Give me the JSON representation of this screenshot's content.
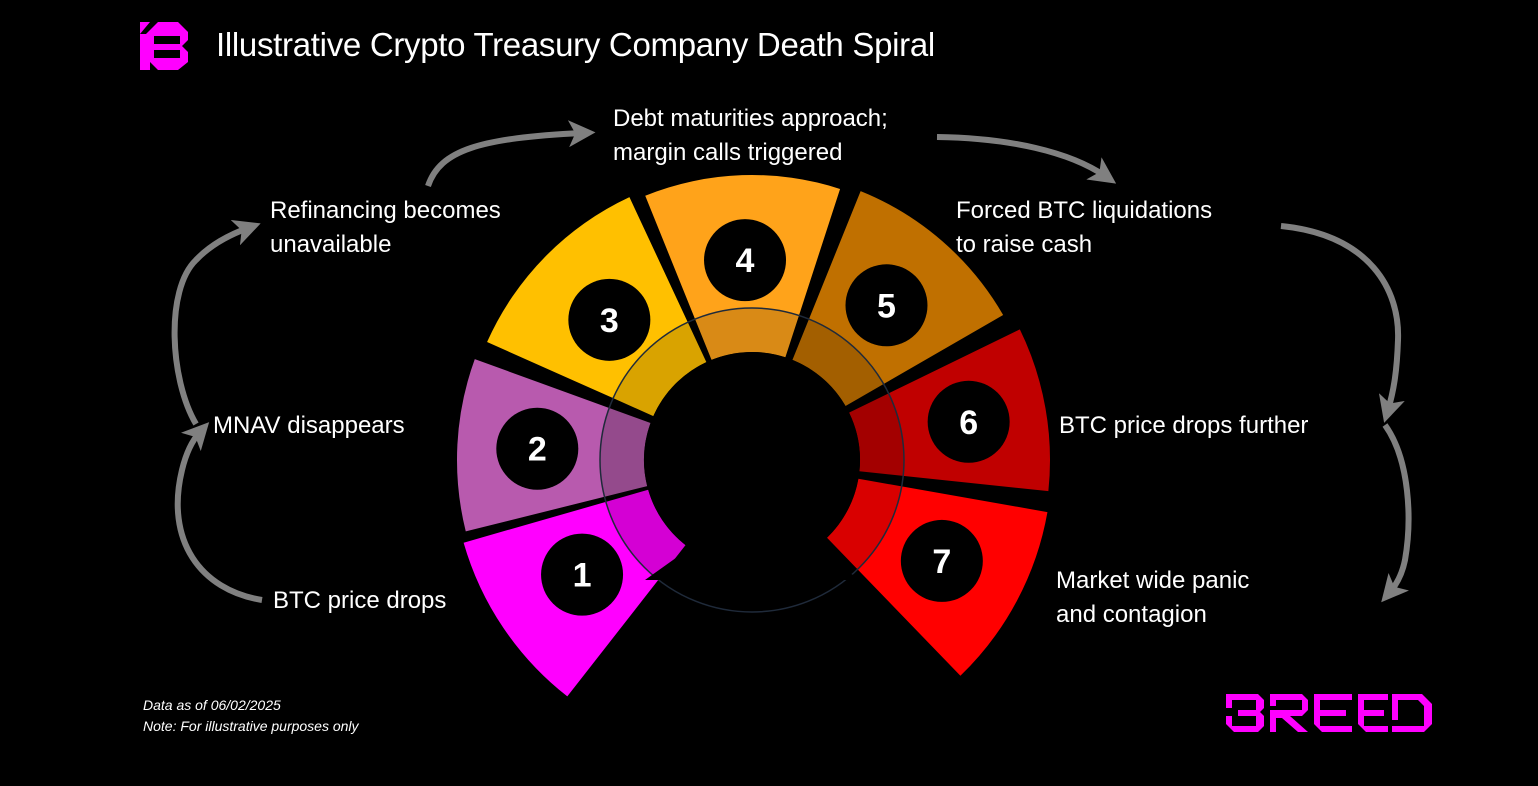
{
  "header": {
    "title": "Illustrative Crypto Treasury Company Death Spiral",
    "logo_icon": "breed-b-logo-icon"
  },
  "colors": {
    "background": "#000000",
    "brand": "#FF00FF",
    "arrow": "#808080",
    "text": "#FFFFFF"
  },
  "steps": [
    {
      "number": "1",
      "label": "BTC price drops",
      "color": "#FF00FF",
      "inner_color": "#D400D4"
    },
    {
      "number": "2",
      "label": "MNAV disappears",
      "color": "#B85AAE",
      "inner_color": "#944A8C"
    },
    {
      "number": "3",
      "label_lines": [
        "Refinancing becomes",
        "unavailable"
      ],
      "color": "#FFC000",
      "inner_color": "#D9A300"
    },
    {
      "number": "4",
      "label_lines": [
        "Debt maturities approach;",
        "margin calls triggered"
      ],
      "color": "#FFA31A",
      "inner_color": "#D98A16"
    },
    {
      "number": "5",
      "label_lines": [
        "Forced BTC liquidations",
        "to raise cash"
      ],
      "color": "#C07000",
      "inner_color": "#A35F00"
    },
    {
      "number": "6",
      "label": "BTC price drops further",
      "color": "#C00000",
      "inner_color": "#A30000"
    },
    {
      "number": "7",
      "label_lines": [
        "Market wide panic",
        "and contagion"
      ],
      "color": "#FF0000",
      "inner_color": "#D90000"
    }
  ],
  "footnote": {
    "line1": "Data as of 06/02/2025",
    "line2": "Note: For illustrative purposes only"
  },
  "brand": {
    "wordmark": "BREED"
  }
}
